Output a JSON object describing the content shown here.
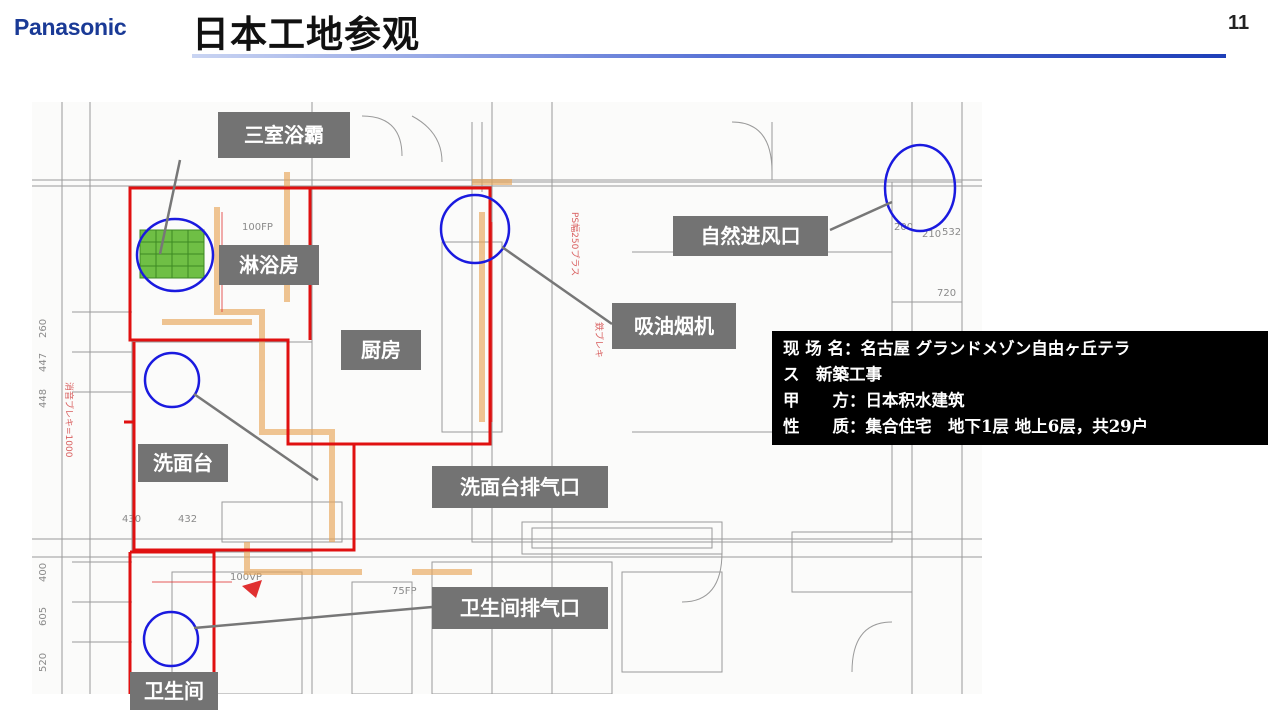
{
  "header": {
    "logo": "Panasonic",
    "title": "日本工地参观",
    "page_number": "11"
  },
  "labels": {
    "bathroom_heater": "三室浴霸",
    "shower_room": "淋浴房",
    "kitchen": "厨房",
    "washbasin": "洗面台",
    "toilet": "卫生间",
    "natural_inlet": "自然进风口",
    "range_hood": "吸油烟机",
    "washbasin_exhaust": "洗面台排气口",
    "toilet_exhaust": "卫生间排气口"
  },
  "project_info": {
    "line1": "现 场 名：名古屋 グランドメゾン自由ヶ丘テラ",
    "line2": "ス　新築工事",
    "line3": "甲　　方：日本积水建筑",
    "line4": "性　　质：集合住宅　地下1层 地上6层，共29户"
  },
  "plan": {
    "highlight_color": "#e01010",
    "circle_color": "#1a1adf",
    "pointer_color": "#777777"
  }
}
